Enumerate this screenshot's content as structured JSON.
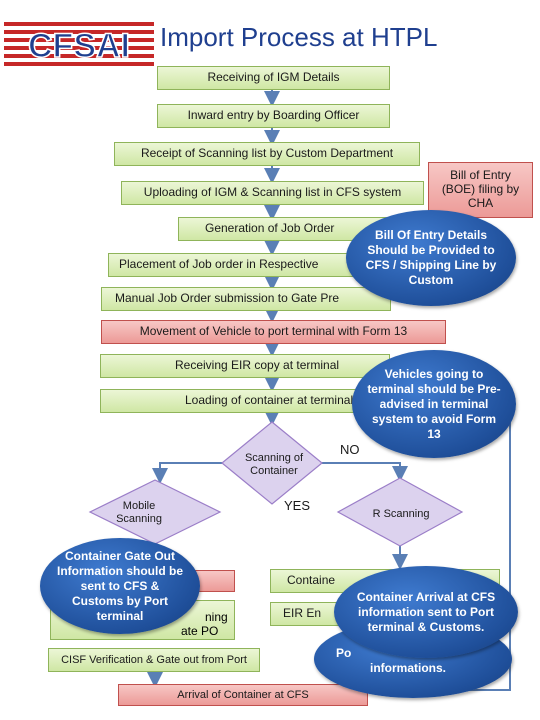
{
  "header": {
    "logo_text": "CFSAI",
    "title": "Import Process at HTPL"
  },
  "steps": {
    "s1": "Receiving of IGM Details",
    "s2": "Inward entry by Boarding Officer",
    "s3": "Receipt of Scanning list by Custom Department",
    "s4": "Uploading of IGM & Scanning list in CFS system",
    "s5": "Generation of Job Order",
    "s6": "Placement of Job order in Respective",
    "s7": "Manual Job Order submission to Gate Pre",
    "s8": "Movement of Vehicle to port terminal with Form 13",
    "s9": "Receiving EIR copy at terminal",
    "s10": "Loading of container at terminal",
    "boe": "Bill of Entry (BOE) filing by CHA",
    "cont_gate": "Containe",
    "eir": "EIR En",
    "ning": "ning",
    "ate_po": "ate PO",
    "cisf": "CISF Verification & Gate out from Port",
    "arrival": "Arrival of Container at CFS"
  },
  "decisions": {
    "scanning_container": "Scanning of Container",
    "mobile_scanning": "Mobile Scanning",
    "r_scanning": "R Scanning",
    "yes": "YES",
    "no": "NO"
  },
  "callouts": {
    "boe_details": "Bill Of Entry Details Should be Provided to CFS / Shipping Line by Custom",
    "preadvised": "Vehicles going to terminal should be Pre-advised in terminal system to avoid Form 13",
    "gate_out": "Container Gate Out Information should be sent to CFS & Customs by Port terminal",
    "arrival_info": "Container Arrival at CFS information sent to Port terminal & Customs.",
    "po_text": "Po",
    "informations": "informations."
  },
  "colors": {
    "step_fill": "#d7ebb2",
    "step_border": "#8fb45a",
    "red_fill": "#f0a8a5",
    "callout_blue": "#1f4f9a",
    "logo_red": "#c62828",
    "title_blue": "#1f3f8f"
  }
}
